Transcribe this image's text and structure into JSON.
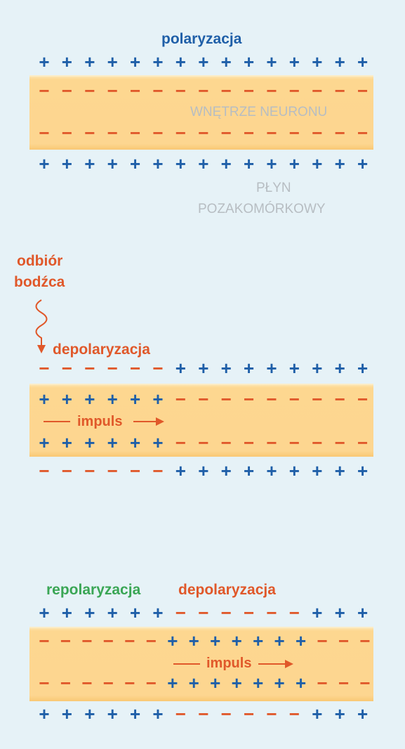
{
  "panels": [
    {
      "title": "polaryzacja",
      "inside_label": "WNĘTRZE NEURONU",
      "outside_label_line1": "PŁYN",
      "outside_label_line2": "POZAKOMÓRKOWY",
      "rows": [
        "+++++++++++++++",
        "---------------",
        "---------------",
        "+++++++++++++++"
      ]
    },
    {
      "stimulus_label_line1": "odbiór",
      "stimulus_label_line2": "bodźca",
      "depol_label": "depolaryzacja",
      "impulse_label": "impuls",
      "rows": [
        "------+++++++++",
        "++++++---------",
        "++++++---------",
        "------+++++++++"
      ]
    },
    {
      "repol_label": "repolaryzacja",
      "depol_label": "depolaryzacja",
      "impulse_label": "impuls",
      "rows": [
        "++++++------+++",
        "------+++++++---",
        "------+++++++---",
        "++++++------+++"
      ]
    }
  ],
  "colors": {
    "plus": "#1f5fa8",
    "minus": "#e0582a",
    "repolarization": "#3aa655",
    "membrane": "#fdd690",
    "background": "#e6f2f7"
  }
}
